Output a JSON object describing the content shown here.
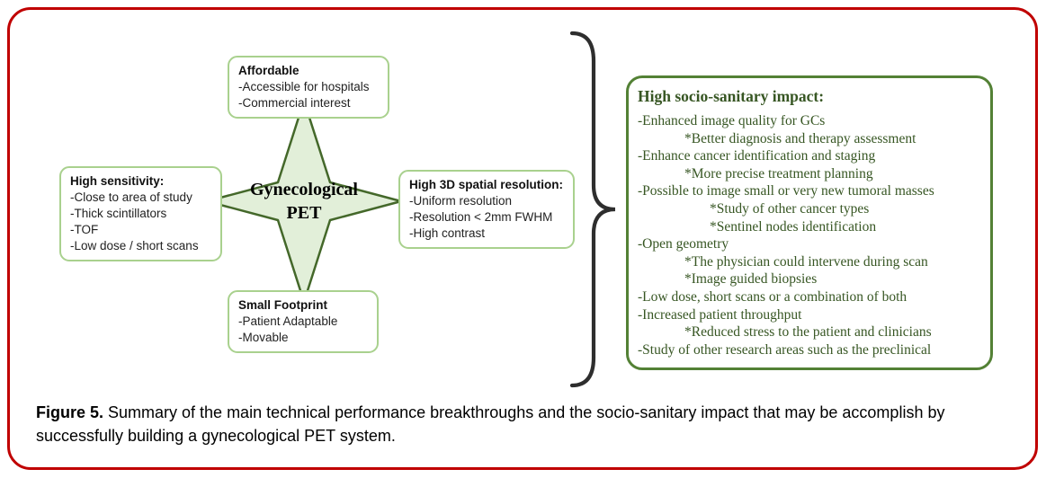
{
  "colors": {
    "frame-red": "#c00000",
    "box-border": "#a9d18e",
    "star-fill": "#e2efd9",
    "star-stroke": "#44682a",
    "impact-border": "#538135",
    "impact-text": "#375623",
    "brace": "#2e2e2e",
    "text-dark": "#1a1a1a"
  },
  "star": {
    "line1": "Gynecological",
    "line2": "PET"
  },
  "boxes": {
    "top": {
      "title": "Affordable",
      "items": [
        "-Accessible for hospitals",
        "-Commercial interest"
      ]
    },
    "left": {
      "title": "High sensitivity:",
      "items": [
        "-Close to area of study",
        "-Thick scintillators",
        "-TOF",
        "-Low dose / short scans"
      ]
    },
    "right": {
      "title": "High 3D spatial resolution:",
      "items": [
        "-Uniform resolution",
        "-Resolution < 2mm FWHM",
        "-High contrast"
      ]
    },
    "bottom": {
      "title": "Small Footprint",
      "items": [
        "-Patient Adaptable",
        "-Movable"
      ]
    }
  },
  "impact": {
    "title": "High socio-sanitary impact:",
    "lines": [
      "-Enhanced image quality for GCs",
      "*Better diagnosis and therapy assessment",
      "-Enhance cancer identification and staging",
      "*More precise treatment planning",
      "-Possible to image small or very new tumoral masses",
      "*Study of other cancer types",
      "*Sentinel nodes identification",
      "-Open geometry",
      "*The physician could intervene during scan",
      "*Image guided biopsies",
      "-Low dose, short scans or a combination of both",
      "-Increased patient throughput",
      "*Reduced stress to the patient and clinicians",
      "-Study of other research areas such as the preclinical"
    ]
  },
  "caption": {
    "label": "Figure 5.",
    "text": " Summary of the main technical performance breakthroughs and the socio-sanitary impact that may be accomplish by successfully building a gynecological PET system."
  }
}
